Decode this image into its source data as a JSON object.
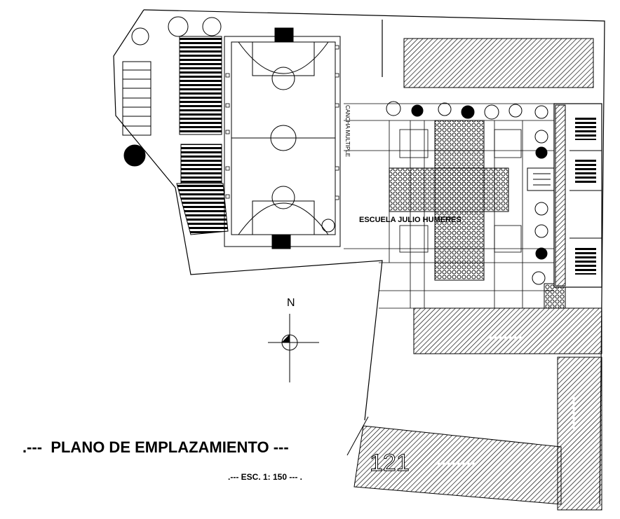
{
  "title": ".---  PLANO DE EMPLAZAMIENTO ---",
  "scale": ".--- ESC. 1: 150 --- .",
  "north_label": "N",
  "court_label": "CANCHA MULTIPLE",
  "school_label": "ESCUELA JULIO HUMERES",
  "lot_number": "121"
}
